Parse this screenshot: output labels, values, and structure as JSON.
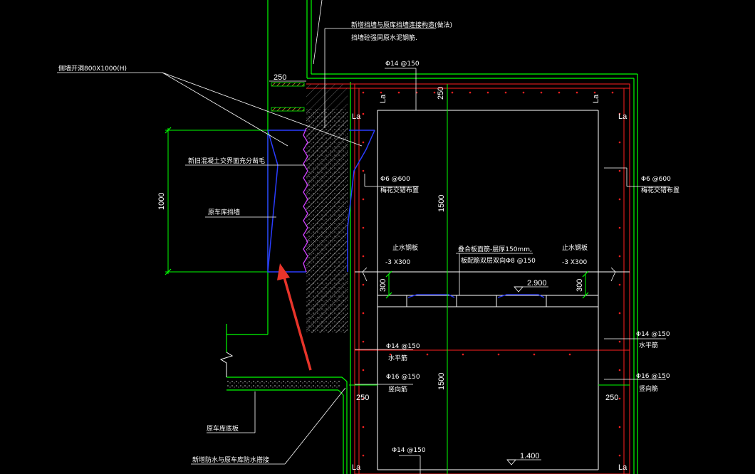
{
  "drawing": {
    "background": "#000000",
    "colors": {
      "green": "#00ff00",
      "red": "#ff2020",
      "white": "#ffffff",
      "blue": "#2a3cff",
      "magenta": "#d040ff",
      "arrow": "#e8342a",
      "hatch": "#c8c8c8"
    }
  },
  "labels": {
    "top_note_1": "新增挡墙与原库挡墙连接构造(做法)",
    "top_note_2": "挡墙砼强同原水泥钢筋.",
    "window_opening": "侧墙开洞800X1000(H)",
    "rough_surface": "新旧混凝土交界面充分凿毛",
    "original_wall": "原车库挡墙",
    "original_floor": "原车库底板",
    "waterproof": "新增防水与原车库防水搭接",
    "rebar_top": "Φ14 @150",
    "tie_left_1": "Φ6 @600",
    "tie_left_2": "梅花交错布置",
    "tie_right_1": "Φ6 @600",
    "tie_right_2": "梅花交错布置",
    "stop_left_1": "止水钢板",
    "stop_left_2": "-3 X300",
    "stop_right_1": "止水钢板",
    "stop_right_2": "-3 X300",
    "slab_note_1": "叠合板面筋-层厚150mm,",
    "slab_note_2": "板配筋双层双向Φ8 @150",
    "elev_mid": "2.900",
    "elev_bottom": "1.400",
    "h_rebar_left_1": "Φ14 @150",
    "h_rebar_left_2": "水平筋",
    "v_rebar_left_1": "Φ16 @150",
    "v_rebar_left_2": "竖向筋",
    "h_rebar_right_1": "Φ14 @150",
    "h_rebar_right_2": "水平筋",
    "v_rebar_right_1": "Φ16 @150",
    "v_rebar_right_2": "竖向筋",
    "rebar_bottom": "Φ14 @150",
    "la_1": "La",
    "la_2": "La",
    "la_3": "La",
    "la_4": "La",
    "la_5": "La",
    "la_6": "La"
  },
  "dimensions": {
    "d_250_top": "250",
    "d_250_wall": "250",
    "d_1000": "1000",
    "d_1500_top": "1500",
    "d_1500_bottom": "1500",
    "d_300_left": "300",
    "d_300_right": "300",
    "d_250_left_bottom": "250",
    "d_250_right_bottom": "250"
  }
}
